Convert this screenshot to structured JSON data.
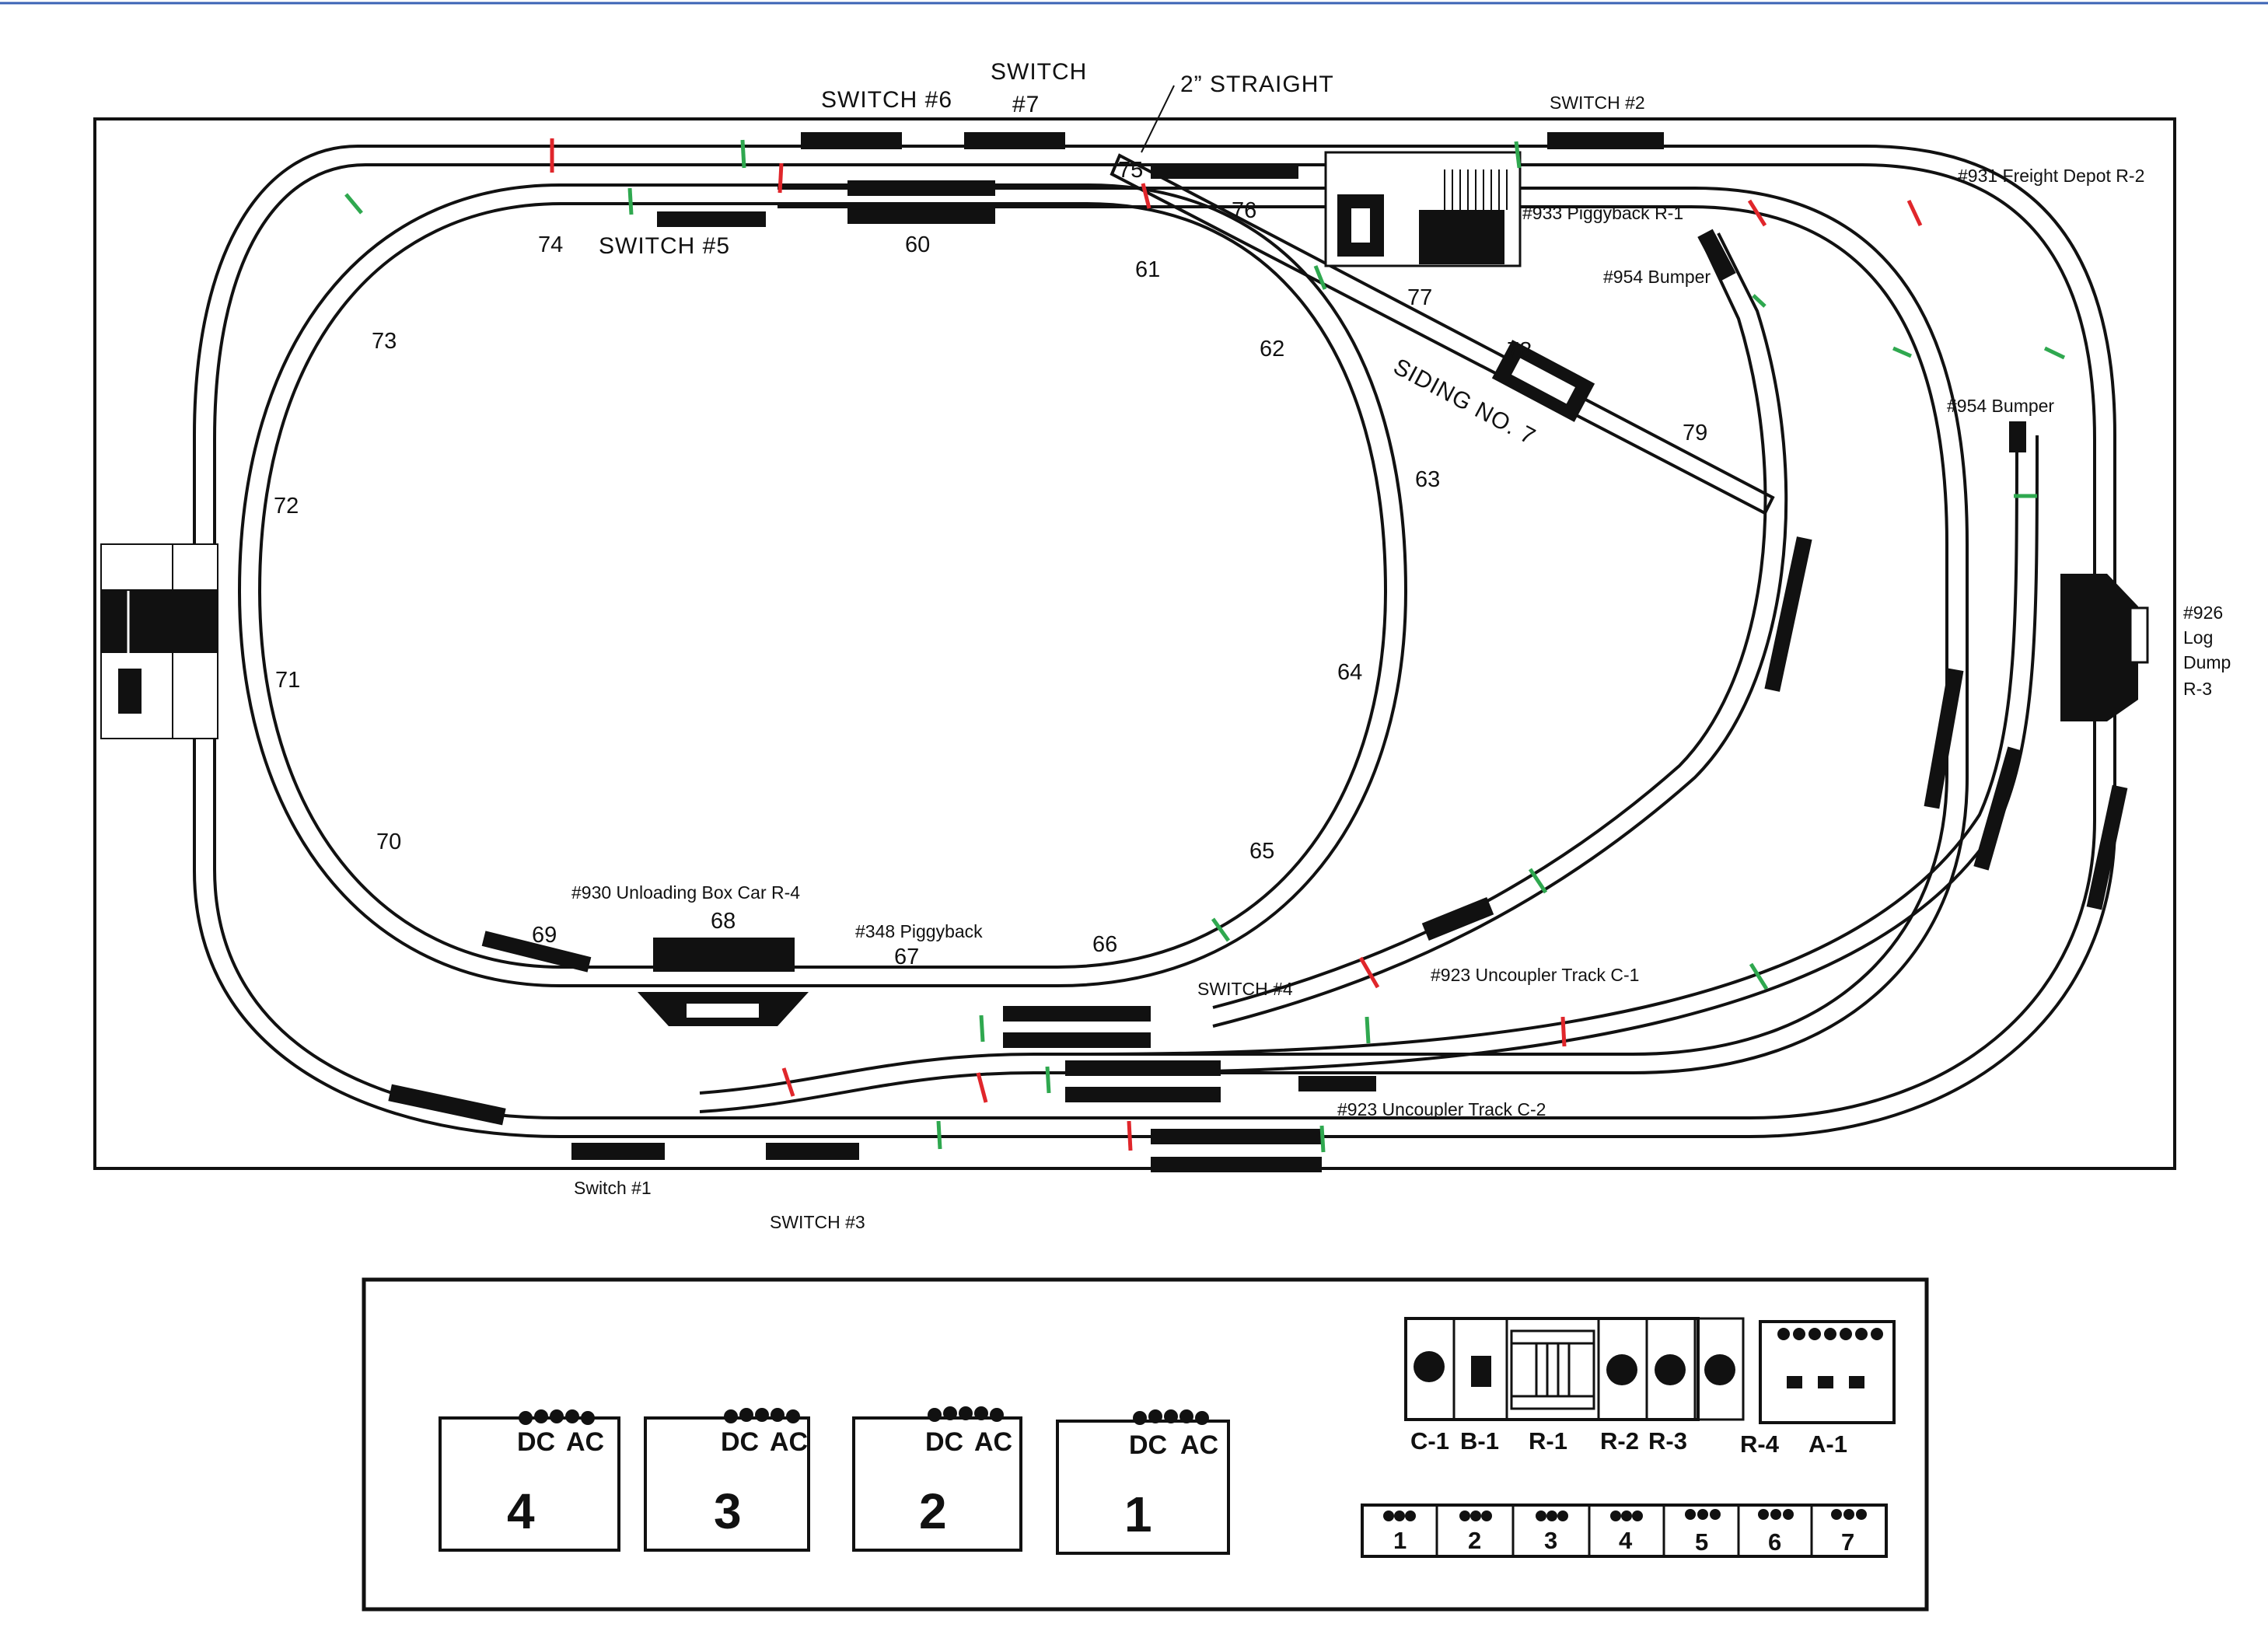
{
  "colors": {
    "ink": "#111111",
    "paper": "#ffffff",
    "insulated_joint": "#e0262b",
    "track_joint": "#2fa84f",
    "top_rule": "#3b63b5"
  },
  "labels": {
    "switch6": "SWITCH #6",
    "switch7_line1": "SWITCH",
    "switch7_line2": "#7",
    "straight2": "2” STRAIGHT",
    "switch2": "SWITCH #2",
    "freight_depot": "#931 Freight Depot R-2",
    "piggyback_r1": "#933 Piggyback R-1",
    "bumper1": "#954 Bumper",
    "bumper2": "#954 Bumper",
    "log_dump_1": "#926",
    "log_dump_2": "Log",
    "log_dump_3": "Dump",
    "log_dump_4": "R-3",
    "switch5": "SWITCH #5",
    "siding7": "SIDING NO. 7",
    "unloading_box_car": "#930 Unloading Box Car R-4",
    "piggyback_348": "#348 Piggyback",
    "switch4": "SWITCH #4",
    "uncoupler_c1": "#923 Uncoupler Track C-1",
    "uncoupler_c2": "#923 Uncoupler Track C-2",
    "switch1": "Switch #1",
    "switch3": "SWITCH #3"
  },
  "track_numbers": {
    "n60": "60",
    "n61": "61",
    "n62": "62",
    "n63": "63",
    "n64": "64",
    "n65": "65",
    "n66": "66",
    "n67": "67",
    "n68": "68",
    "n69": "69",
    "n70": "70",
    "n71": "71",
    "n72": "72",
    "n73": "73",
    "n74": "74",
    "n75": "75",
    "n76": "76",
    "n77": "77",
    "n78": "78",
    "n79": "79"
  },
  "panel": {
    "transformers": [
      {
        "dc": "DC",
        "ac": "AC",
        "number": "4"
      },
      {
        "dc": "DC",
        "ac": "AC",
        "number": "3"
      },
      {
        "dc": "DC",
        "ac": "AC",
        "number": "2"
      },
      {
        "dc": "DC",
        "ac": "AC",
        "number": "1"
      }
    ],
    "accessory_controls": [
      "C-1",
      "B-1",
      "R-1",
      "R-2",
      "R-3",
      "R-4",
      "A-1"
    ],
    "switch_controllers": [
      "1",
      "2",
      "3",
      "4",
      "5",
      "6",
      "7"
    ]
  }
}
